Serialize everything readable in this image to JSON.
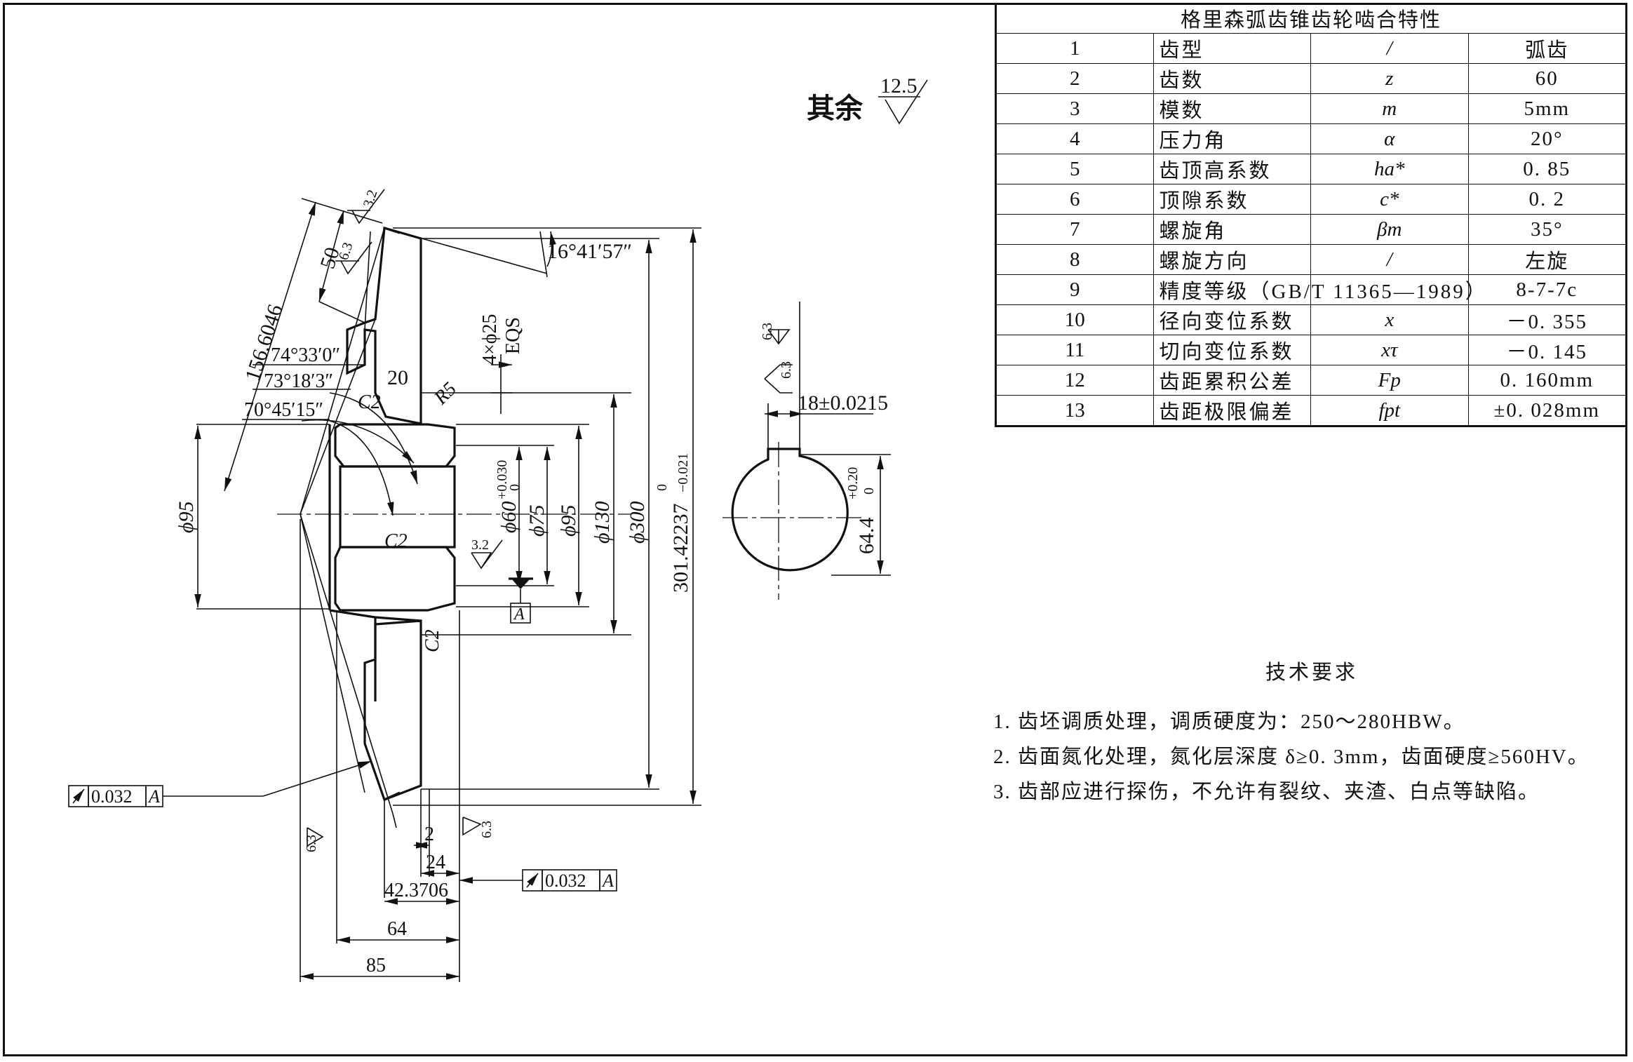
{
  "surface_note": {
    "prefix": "其余",
    "value": "12.5"
  },
  "table": {
    "title": "格里森弧齿锥齿轮啮合特性",
    "rows": [
      {
        "no": "1",
        "name": "齿型",
        "symbol": "/",
        "value": "弧齿"
      },
      {
        "no": "2",
        "name": "齿数",
        "symbol": "z",
        "value": "60"
      },
      {
        "no": "3",
        "name": "模数",
        "symbol": "m",
        "value": "5mm"
      },
      {
        "no": "4",
        "name": "压力角",
        "symbol": "α",
        "value": "20°"
      },
      {
        "no": "5",
        "name": "齿顶高系数",
        "symbol": "ha*",
        "value": "0. 85"
      },
      {
        "no": "6",
        "name": "顶隙系数",
        "symbol": "c*",
        "value": "0. 2"
      },
      {
        "no": "7",
        "name": "螺旋角",
        "symbol": "βm",
        "value": "35°"
      },
      {
        "no": "8",
        "name": "螺旋方向",
        "symbol": "/",
        "value": "左旋"
      },
      {
        "no": "9",
        "name": "精度等级（GB/T 11365—1989）",
        "symbol": "",
        "value": "8-7-7c"
      },
      {
        "no": "10",
        "name": "径向变位系数",
        "symbol": "x",
        "value": "－0. 355"
      },
      {
        "no": "11",
        "name": "切向变位系数",
        "symbol": "xτ",
        "value": "－0. 145"
      },
      {
        "no": "12",
        "name": "齿距累积公差",
        "symbol": "Fp",
        "value": "0. 160mm"
      },
      {
        "no": "13",
        "name": "齿距极限偏差",
        "symbol": "fpt",
        "value": "±0. 028mm"
      }
    ]
  },
  "tech": {
    "title": "技术要求",
    "items": [
      "1. 齿坯调质处理，调质硬度为：250～280HBW。",
      "2. 齿面氮化处理，氮化层深度 δ≥0. 3mm，齿面硬度≥560HV。",
      "3. 齿部应进行探伤，不允许有裂纹、夹渣、白点等缺陷。"
    ]
  },
  "dims": {
    "d156": "156.6046",
    "d50": "50",
    "ang1": "74°33′0″",
    "ang2": "73°18′3″",
    "ang3": "70°45′15″",
    "d20": "20",
    "c2a": "C2",
    "r5": "R5",
    "c2b": "C2",
    "c2c": "C2",
    "holes": "4×ϕ25",
    "eqs": "EQS",
    "phi95left": "ϕ95",
    "phi60": "ϕ60",
    "phi60tol_up": "+0.030",
    "phi60tol_lo": "0",
    "phi75": "ϕ75",
    "phi95": "ϕ95",
    "phi130": "ϕ130",
    "phi300": "ϕ300",
    "tip": "301.42237",
    "tip_up": "0",
    "tip_lo": "−0.021",
    "angle_top": "16°41′57″",
    "d2": "2",
    "d24": "24",
    "d42": "42.3706",
    "d64": "64",
    "d85": "85",
    "keyway_w": "18±0.0215",
    "keyway_h": "64.4",
    "keyway_up": "+0.20",
    "keyway_lo": "0",
    "datum": "A",
    "runout1": "0.032",
    "runout2": "0.032",
    "rough32a": "3.2",
    "rough63a": "6.3",
    "rough32b": "3.2",
    "rough63b": "6.3",
    "rough63c": "6.3",
    "rough63d": "6.3",
    "rough63e": "6.3"
  }
}
